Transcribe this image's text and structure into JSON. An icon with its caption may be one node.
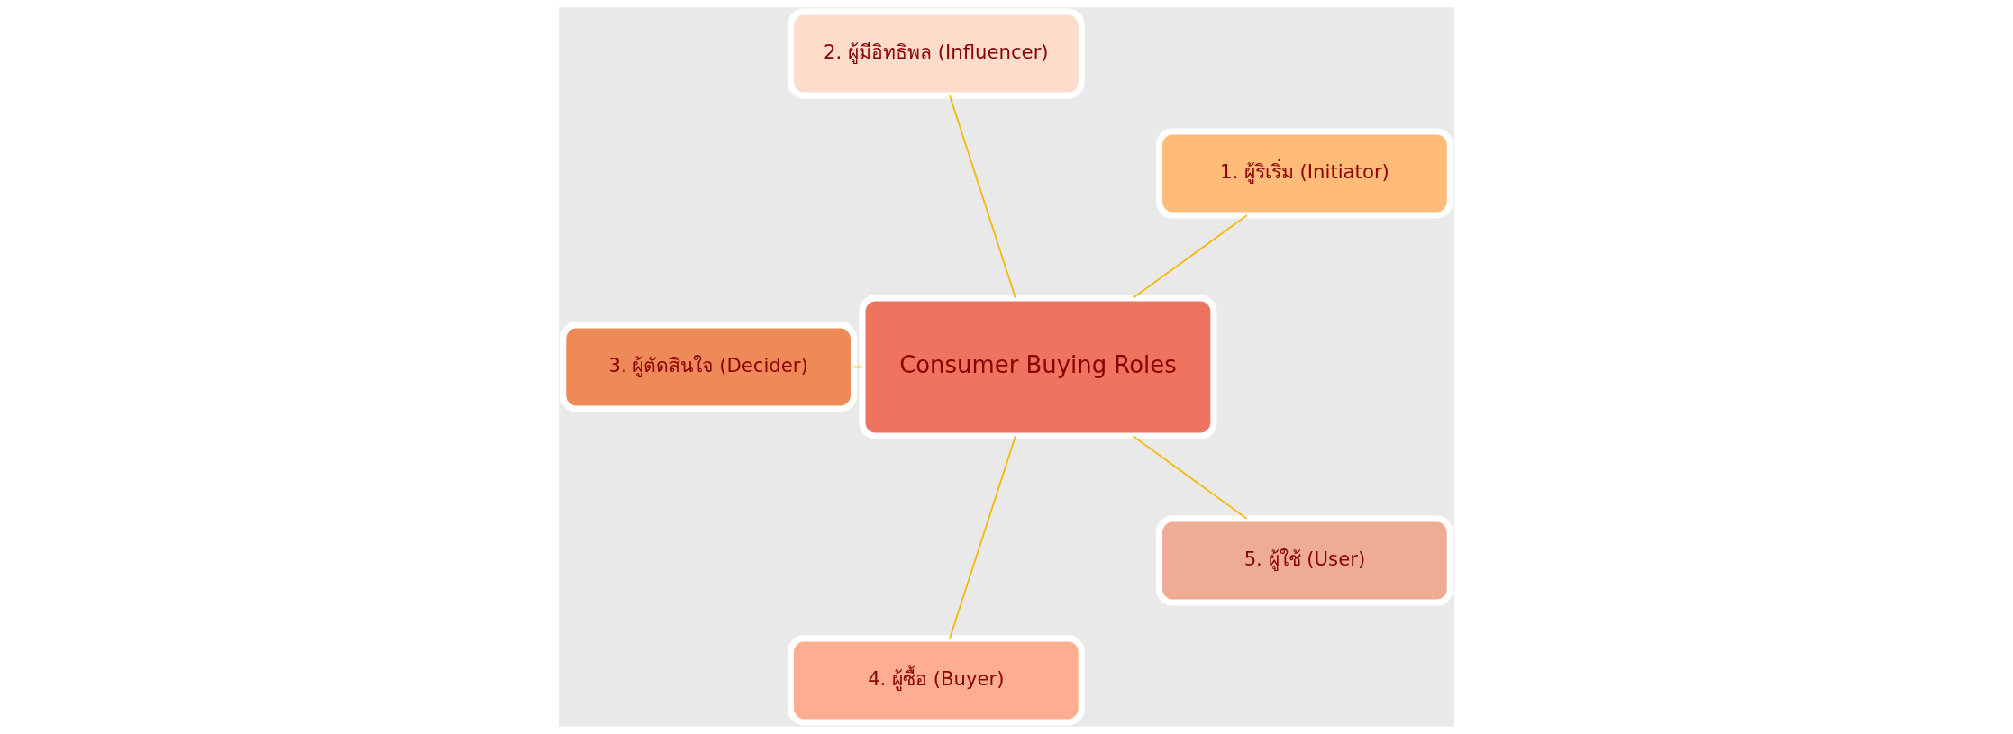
{
  "diagram": {
    "nodes": [
      {
        "text": [
          "Consumer Buying Roles"
        ]
      },
      {
        "text": [
          "1. ผู้ริเริ่ม (Initiator)"
        ]
      },
      {
        "text": [
          "2. ผู้มีอิทธิพล (Influencer)"
        ]
      },
      {
        "text": [
          "3. ผู้ตัดสินใจ (Decider)"
        ]
      },
      {
        "text": [
          "4. ผู้ซื้อ (Buyer)"
        ]
      },
      {
        "text": [
          "5. ผู้ใช้ (User)"
        ]
      }
    ],
    "edges": [
      {
        "from": 0,
        "to": 1,
        "arrow": "none"
      },
      {
        "from": 0,
        "to": 2,
        "arrow": "none"
      },
      {
        "from": 0,
        "to": 3,
        "arrow": "none"
      },
      {
        "from": 0,
        "to": 4,
        "arrow": "none"
      },
      {
        "from": 0,
        "to": 5,
        "arrow": "none"
      }
    ]
  }
}
